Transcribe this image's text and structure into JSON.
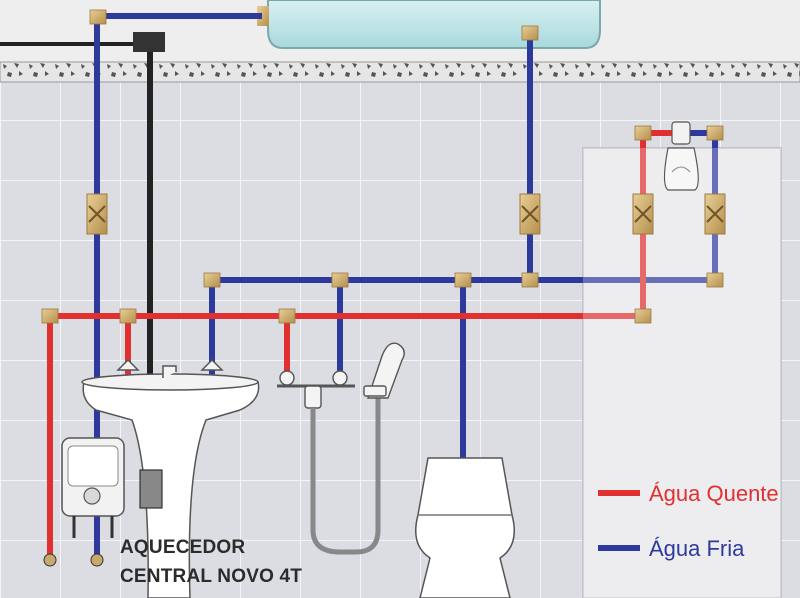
{
  "heater_label": {
    "line1": "AQUECEDOR",
    "line2": "CENTRAL NOVO 4T"
  },
  "legend": {
    "hot": {
      "label": "Água Quente",
      "color": "#e03030"
    },
    "cold": {
      "label": "Água Fria",
      "color": "#2d3a9c"
    }
  },
  "colors": {
    "hot_pipe": "#e03030",
    "cold_pipe": "#2d3a9c",
    "fitting": "#c9a96a",
    "wall": "#dcdde2",
    "tile_line": "#ffffff",
    "tank": "#bfe4e6",
    "electric_cable": "#222222"
  }
}
